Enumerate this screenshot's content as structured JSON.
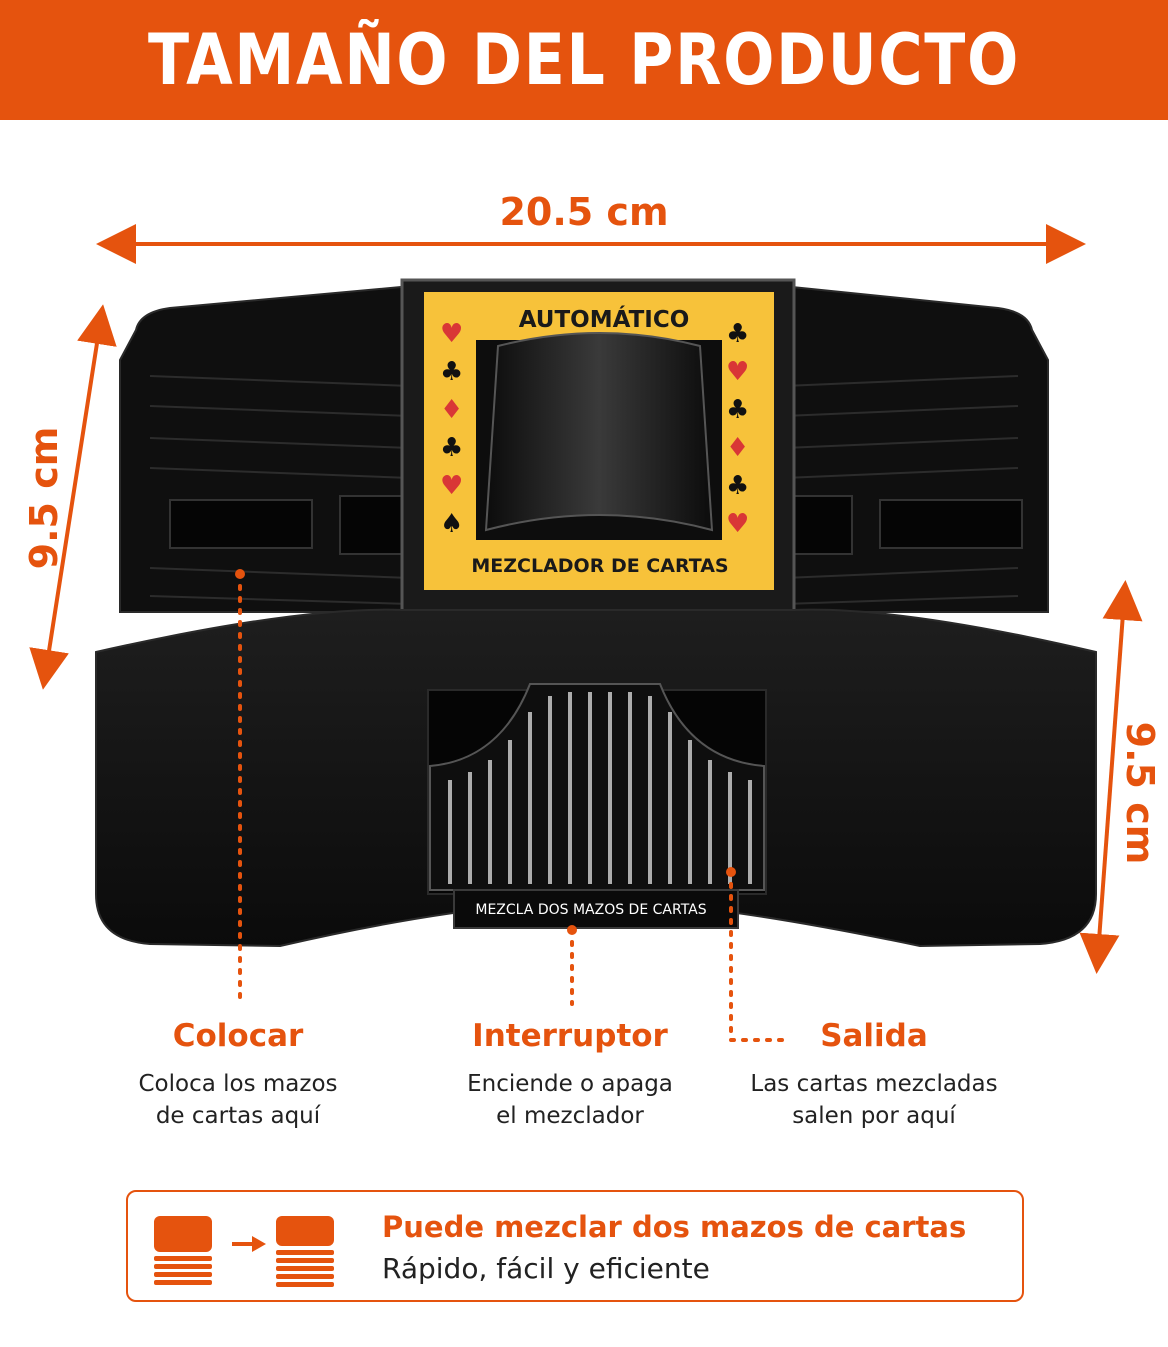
{
  "banner": {
    "title": "TAMAÑO DEL PRODUCTO"
  },
  "dimensions": {
    "width": "20.5 cm",
    "depth": "9.5 cm",
    "height": "9.5 cm"
  },
  "product": {
    "panel_top": "AUTOMÁTICO",
    "panel_bottom": "MEZCLADOR DE CARTAS",
    "switch_label": "MEZCLA DOS MAZOS DE CARTAS"
  },
  "features": [
    {
      "title": "Colocar",
      "desc_line1": "Coloca los mazos",
      "desc_line2": "de cartas aquí"
    },
    {
      "title": "Interruptor",
      "desc_line1": "Enciende o apaga",
      "desc_line2": "el mezclador"
    },
    {
      "title": "Salida",
      "desc_line1": "Las cartas mezcladas",
      "desc_line2": "salen por aquí"
    }
  ],
  "infobox": {
    "title": "Puede mezclar dos mazos de cartas",
    "subtitle": "Rápido, fácil y eficiente"
  },
  "colors": {
    "accent": "#e5530e",
    "panel": "#f7c23a",
    "body": "#121212"
  }
}
